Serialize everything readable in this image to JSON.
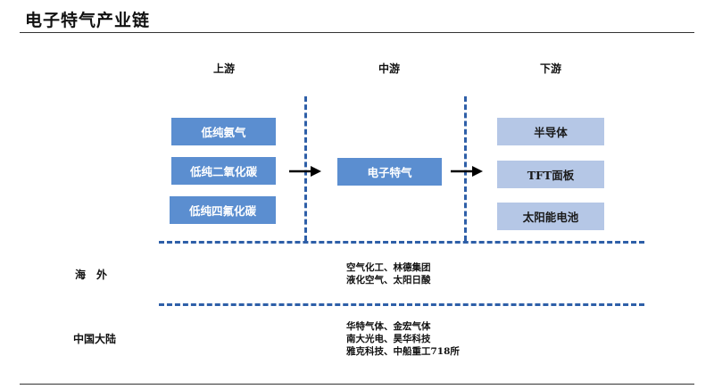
{
  "title": "电子特气产业链",
  "columns": {
    "upstream": "上游",
    "midstream": "中游",
    "downstream": "下游"
  },
  "upstream_items": [
    "低纯氨气",
    "低纯二氧化碳",
    "低纯四氟化碳"
  ],
  "midstream_item": "电子特气",
  "downstream_items": [
    "半导体",
    "TFT面板",
    "太阳能电池"
  ],
  "regions": {
    "overseas": {
      "label": "海　外",
      "lines": [
        "空气化工、林德集团",
        "液化空气、太阳日酸"
      ]
    },
    "mainland": {
      "label": "中国大陆",
      "lines": [
        "华特气体、金宏气体",
        "南大光电、昊华科技",
        "雅克科技、中船重工718所"
      ]
    }
  },
  "colors": {
    "upstream_box": "#5B8ED0",
    "midstream_box": "#5B8ED0",
    "downstream_box": "#B5C7E6",
    "dash": "#2E5FA8"
  }
}
